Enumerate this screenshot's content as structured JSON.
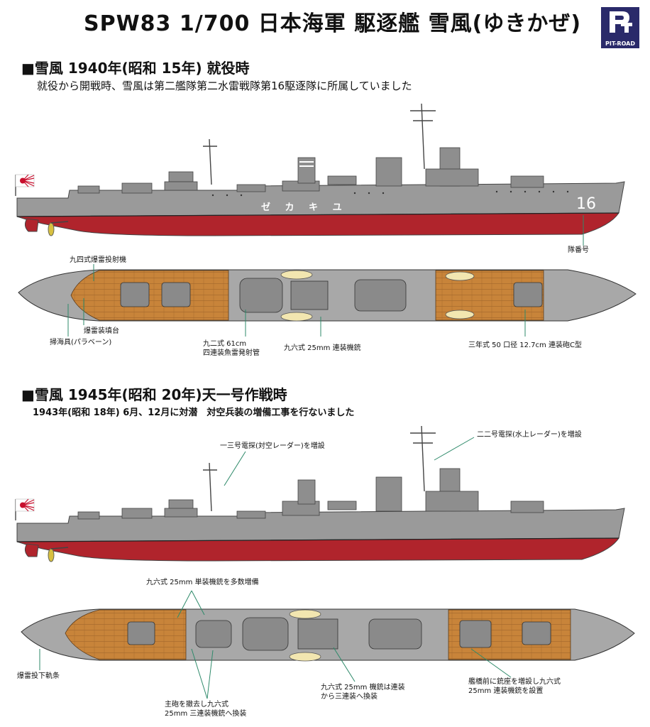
{
  "header": {
    "title": "SPW83 1/700 日本海軍 駆逐艦 雪風(ゆきかぜ)",
    "logo_text": "PIT-ROAD"
  },
  "section1": {
    "heading": "■雪風 1940年(昭和 15年) 就役時",
    "subtitle": "就役から開戦時、雪風は第二艦隊第二水雷戦隊第16駆逐隊に所属していました",
    "hull_name": "ゼ カ キ ユ",
    "hull_number": "16",
    "labels": {
      "unit_number": "隊番号",
      "depth_charge_launcher": "九四式爆雷投射機",
      "depth_charge_rack": "爆雷装填台",
      "paravane": "掃海具(パラベーン)",
      "torpedo_tubes": "九二式 61cm\n四連装魚雷発射管",
      "aa_gun": "九六式 25mm 連装機銃",
      "main_gun": "三年式 50 口径 12.7cm 連装砲C型"
    }
  },
  "section2": {
    "heading": "■雪風 1945年(昭和 20年)天一号作戦時",
    "subtitle": "1943年(昭和 18年) 6月、12月に対潜　対空兵装の増備工事を行ないました",
    "labels": {
      "radar13": "一三号電探(対空レーダー)を増設",
      "radar22": "二二号電探(水上レーダー)を増設",
      "single_mg": "九六式 25mm 単装機銃を多数増備",
      "dc_rail": "爆雷投下軌条",
      "gun_removed": "主砲を撤去し九六式\n25mm 三連装機銃へ換装",
      "mg_triple": "九六式 25mm 機銃は連装\nから三連装へ換装",
      "bridge_mg": "艦橋前に銃座を増設し九六式\n25mm 連装機銃を設置"
    }
  },
  "colors": {
    "hull_gray": "#9a9a9a",
    "hull_red": "#b0242c",
    "deck_wood": "#c8843a",
    "deck_gray": "#a8a8a8",
    "leader_green": "#2e8a6a"
  }
}
